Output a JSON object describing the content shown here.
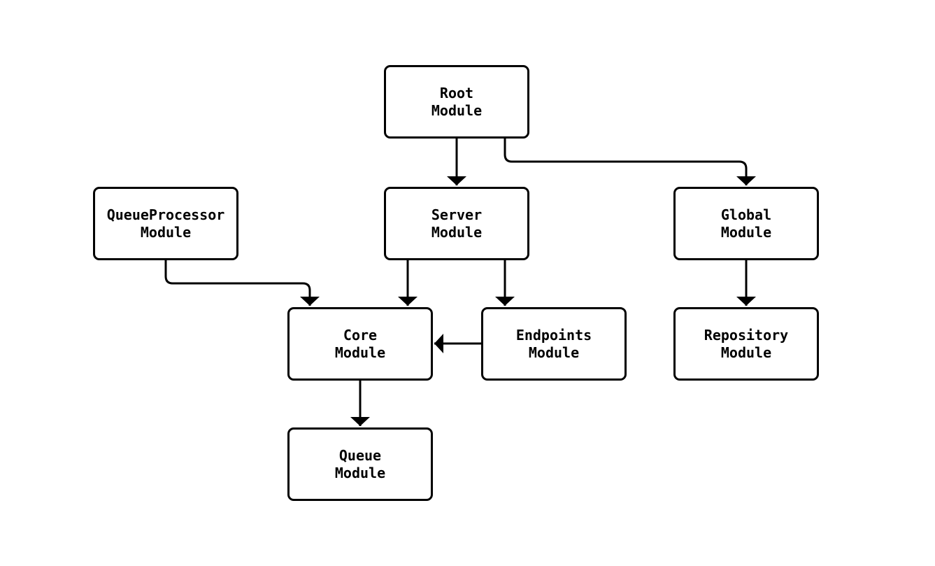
{
  "diagram": {
    "type": "flowchart",
    "direction": "top-down",
    "background_color": "#ffffff",
    "node_fill_color": "#ffffff",
    "node_border_color": "#000000",
    "edge_color": "#000000",
    "text_color": "#000000"
  },
  "nodes": [
    {
      "id": "root",
      "line1": "Root",
      "line2": "Module"
    },
    {
      "id": "queueprocessor",
      "line1": "QueueProcessor",
      "line2": "Module"
    },
    {
      "id": "server",
      "line1": "Server",
      "line2": "Module"
    },
    {
      "id": "global",
      "line1": "Global",
      "line2": "Module"
    },
    {
      "id": "core",
      "line1": "Core",
      "line2": "Module"
    },
    {
      "id": "endpoints",
      "line1": "Endpoints",
      "line2": "Module"
    },
    {
      "id": "repository",
      "line1": "Repository",
      "line2": "Module"
    },
    {
      "id": "queue",
      "line1": "Queue",
      "line2": "Module"
    }
  ],
  "edges": [
    {
      "from": "Root Module",
      "to": "Server Module"
    },
    {
      "from": "Root Module",
      "to": "Global Module"
    },
    {
      "from": "QueueProcessor Module",
      "to": "Core Module"
    },
    {
      "from": "Server Module",
      "to": "Core Module"
    },
    {
      "from": "Server Module",
      "to": "Endpoints Module"
    },
    {
      "from": "Global Module",
      "to": "Repository Module"
    },
    {
      "from": "Endpoints Module",
      "to": "Core Module"
    },
    {
      "from": "Core Module",
      "to": "Queue Module"
    }
  ]
}
